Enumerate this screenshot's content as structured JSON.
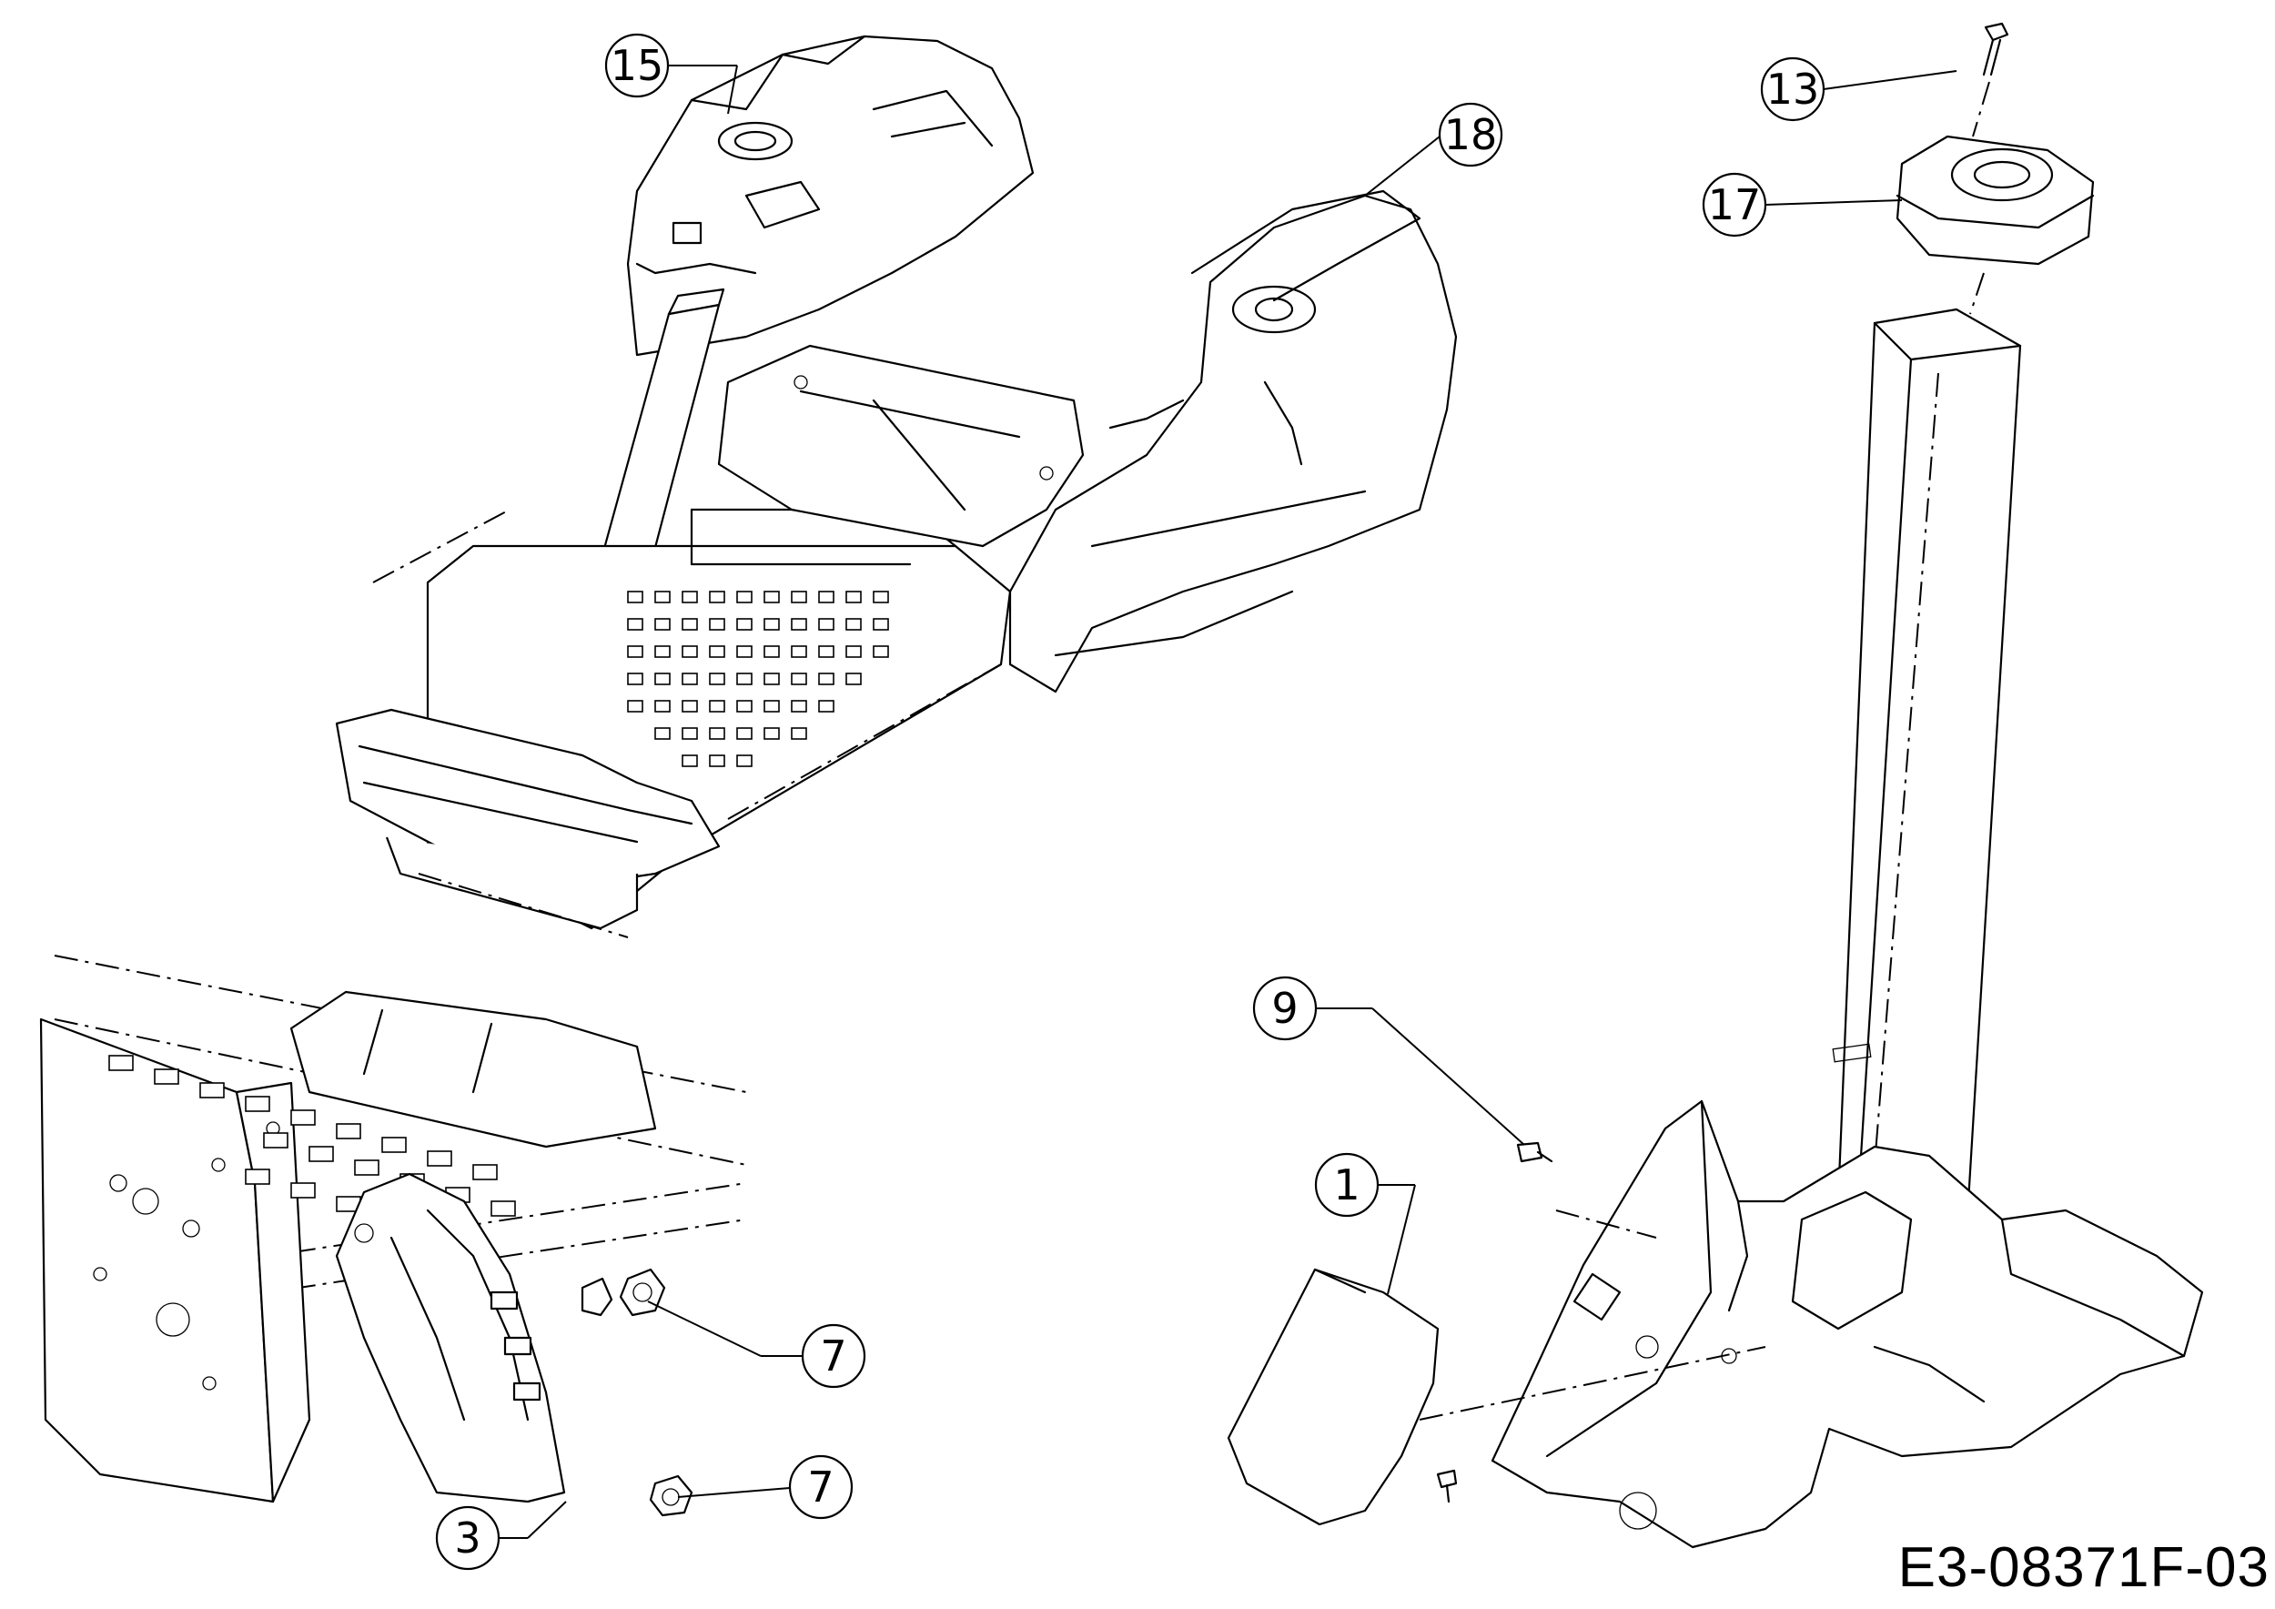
{
  "drawing_id": "E3-08371F-03",
  "callouts": [
    {
      "label": "15",
      "part": "fender-console"
    },
    {
      "label": "18",
      "part": "rear-fender"
    },
    {
      "label": "13",
      "part": "screw"
    },
    {
      "label": "17",
      "part": "column-cap"
    },
    {
      "label": "9",
      "part": "bolt"
    },
    {
      "label": "1",
      "part": "cover-plate"
    },
    {
      "label": "7",
      "part": "nut"
    },
    {
      "label": "7",
      "part": "bolt"
    },
    {
      "label": "3",
      "part": "bracket"
    }
  ],
  "colors": {
    "line": "#000000",
    "background": "#ffffff"
  }
}
